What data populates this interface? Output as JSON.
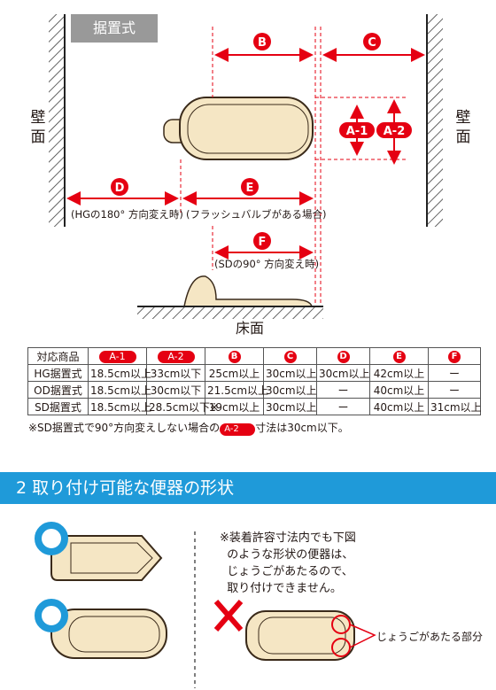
{
  "type_tag": "据置式",
  "wall_left": "壁面",
  "wall_right": "壁面",
  "floor": "床面",
  "dims": {
    "A1": "A-1",
    "A2": "A-2",
    "B": "B",
    "C": "C",
    "D": "D",
    "E": "E",
    "F": "F"
  },
  "notes": {
    "D": "(HGの180° 方向変え時)",
    "E": "(フラッシュバルブがある場合)",
    "F": "(SDの90° 方向変え時)"
  },
  "table": {
    "header": [
      "対応商品",
      "A-1",
      "A-2",
      "B",
      "C",
      "D",
      "E",
      "F"
    ],
    "rows": [
      [
        "HG据置式",
        "18.5cm以上",
        "33cm以下",
        "25cm以上",
        "30cm以上",
        "30cm以上",
        "42cm以上",
        "ー"
      ],
      [
        "OD据置式",
        "18.5cm以上",
        "30cm以下",
        "21.5cm以上",
        "30cm以上",
        "ー",
        "40cm以上",
        "ー"
      ],
      [
        "SD据置式",
        "18.5cm以上",
        "28.5cm以下※",
        "19cm以上",
        "30cm以上",
        "ー",
        "40cm以上",
        "31cm以上"
      ]
    ]
  },
  "footnote": {
    "pre": "※SD据置式で90°方向変えしない場合の",
    "tag": "A-2",
    "post": "寸法は30cm以下。"
  },
  "section_title": "2 取り付け可能な便器の形状",
  "warning": "※装着許容寸法内でも下図\n  のような形状の便器は、\n  じょうごがあたるので、\n  取り付けできません。",
  "callout": "じょうごがあたる部分",
  "colors": {
    "red": "#e50012",
    "blue": "#1f9ad9",
    "beige": "#f5e6c4",
    "outline": "#3a2a1a"
  }
}
